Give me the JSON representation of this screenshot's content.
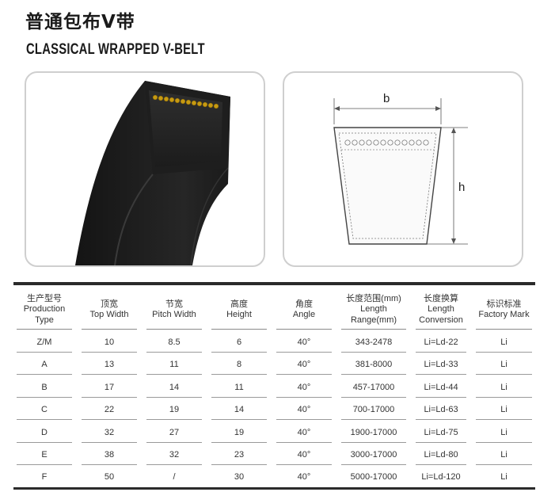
{
  "header": {
    "title_cn": "普通包布V带",
    "title_en": "CLASSICAL WRAPPED V-BELT"
  },
  "diagram": {
    "label_b": "b",
    "label_h": "h"
  },
  "table": {
    "headers": [
      {
        "cn": "生产型号",
        "en": [
          "Production",
          "Type"
        ]
      },
      {
        "cn": "顶宽",
        "en": [
          "Top Width"
        ]
      },
      {
        "cn": "节宽",
        "en": [
          "Pitch Width"
        ]
      },
      {
        "cn": "高度",
        "en": [
          "Height"
        ]
      },
      {
        "cn": "角度",
        "en": [
          "Angle"
        ]
      },
      {
        "cn": "长度范围(mm)",
        "en": [
          "Length",
          "Range(mm)"
        ]
      },
      {
        "cn": "长度换算",
        "en": [
          "Length",
          "Conversion"
        ]
      },
      {
        "cn": "标识标准",
        "en": [
          "Factory Mark"
        ]
      }
    ],
    "rows": [
      [
        "Z/M",
        "10",
        "8.5",
        "6",
        "40°",
        "343-2478",
        "Li=Ld-22",
        "Li"
      ],
      [
        "A",
        "13",
        "11",
        "8",
        "40°",
        "381-8000",
        "Li=Ld-33",
        "Li"
      ],
      [
        "B",
        "17",
        "14",
        "11",
        "40°",
        "457-17000",
        "Li=Ld-44",
        "Li"
      ],
      [
        "C",
        "22",
        "19",
        "14",
        "40°",
        "700-17000",
        "Li=Ld-63",
        "Li"
      ],
      [
        "D",
        "32",
        "27",
        "19",
        "40°",
        "1900-17000",
        "Li=Ld-75",
        "Li"
      ],
      [
        "E",
        "38",
        "32",
        "23",
        "40°",
        "3000-17000",
        "Li=Ld-80",
        "Li"
      ],
      [
        "F",
        "50",
        "/",
        "30",
        "40°",
        "5000-17000",
        "Li=Ld-120",
        "Li"
      ]
    ]
  }
}
